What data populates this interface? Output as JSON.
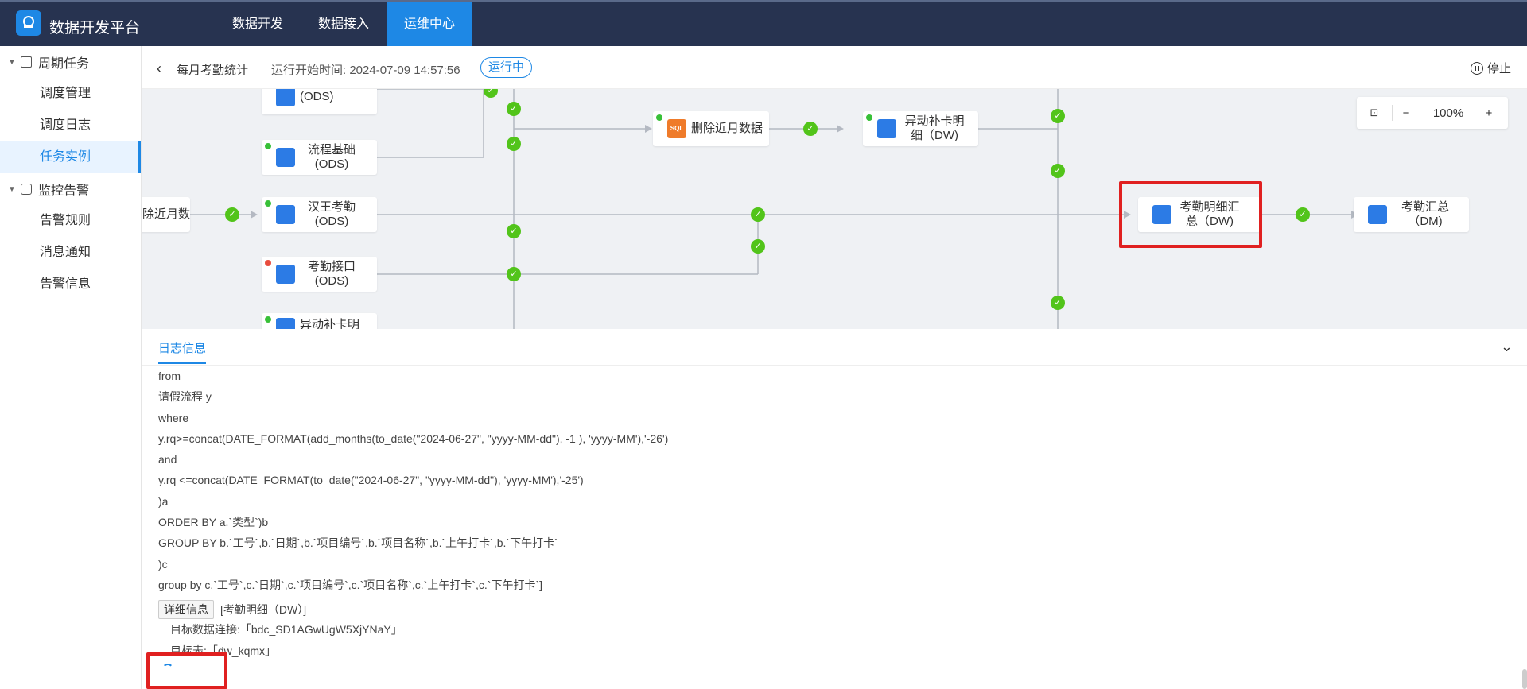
{
  "app": {
    "title": "数据开发平台"
  },
  "topnav": [
    {
      "label": "数据开发"
    },
    {
      "label": "数据接入"
    },
    {
      "label": "运维中心"
    }
  ],
  "sidebar": {
    "groups": [
      {
        "label": "周期任务",
        "items": [
          "调度管理",
          "调度日志",
          "任务实例"
        ]
      },
      {
        "label": "监控告警",
        "items": [
          "告警规则",
          "消息通知",
          "告警信息"
        ]
      }
    ],
    "active_item": "任务实例"
  },
  "header": {
    "task_name": "每月考勤统计",
    "run_time": "运行开始时间: 2024-07-09 14:57:56",
    "status": "运行中",
    "stop_label": "停止"
  },
  "canvas": {
    "zoom": "100%",
    "nodes": [
      {
        "label": "(ODS)"
      },
      {
        "label": "流程基础 (ODS)"
      },
      {
        "label": "除近月数"
      },
      {
        "label": "汉王考勤 (ODS)"
      },
      {
        "label": "考勤接口 (ODS)"
      },
      {
        "label": "异动补卡明"
      },
      {
        "label": "删除近月数据"
      },
      {
        "label": "异动补卡明细（DW)"
      },
      {
        "label": "考勤明细汇总（DW)"
      },
      {
        "label": "考勤汇总（DM)"
      }
    ]
  },
  "log": {
    "tab_label": "日志信息",
    "lines": [
      "from",
      "请假流程 y",
      "where",
      "y.rq>=concat(DATE_FORMAT(add_months(to_date(\"2024-06-27\", \"yyyy-MM-dd\"), -1 ), 'yyyy-MM'),'-26')",
      "and",
      "y.rq <=concat(DATE_FORMAT(to_date(\"2024-06-27\", \"yyyy-MM-dd\"), 'yyyy-MM'),'-25')",
      ")a",
      "ORDER BY a.`类型`)b",
      "GROUP BY b.`工号`,b.`日期`,b.`项目编号`,b.`项目名称`,b.`上午打卡`,b.`下午打卡`",
      ")c",
      "group by c.`工号`,c.`日期`,c.`项目编号`,c.`项目名称`,c.`上午打卡`,c.`下午打卡`]"
    ],
    "detail_button": "详细信息",
    "detail_text": "[考勤明细（DW）]",
    "target_conn": "目标数据连接:「bdc_SD1AGwUgW5XjYNaY」",
    "target_table": "目标表:「dw_kqmx」"
  }
}
